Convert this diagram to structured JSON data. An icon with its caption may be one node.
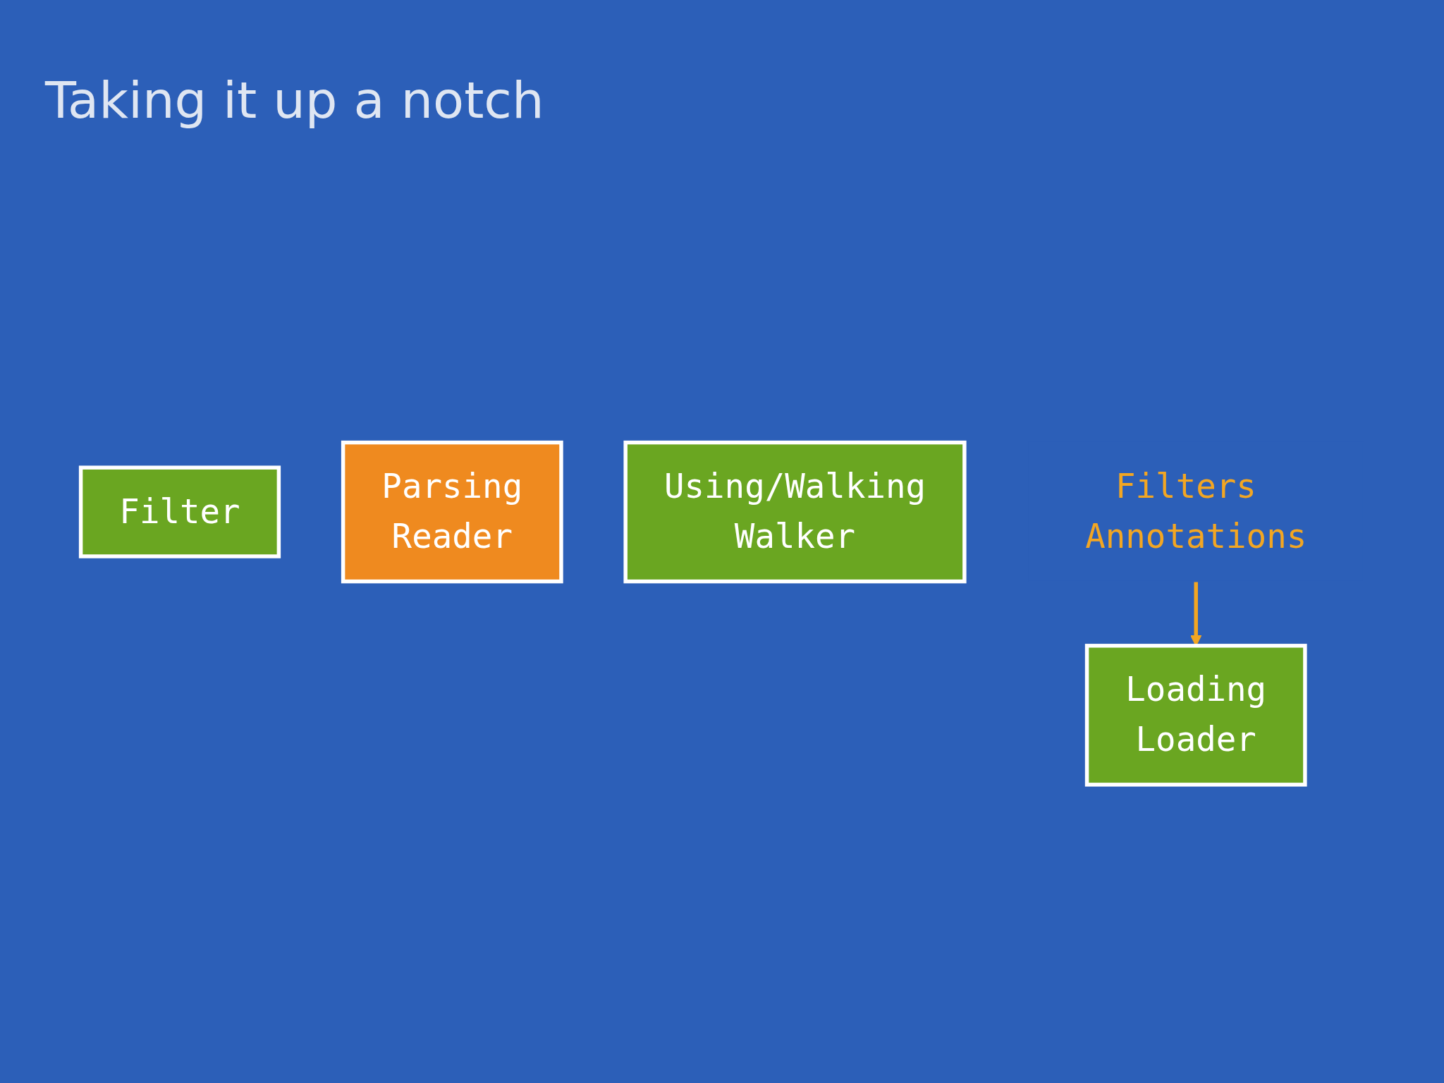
{
  "diagram": {
    "title": "Taking it up a notch",
    "nodes": [
      {
        "text": [
          "Filter"
        ]
      },
      {
        "text": [
          "Parsing",
          "Reader"
        ]
      },
      {
        "text": [
          "Using/Walking",
          "Walker"
        ]
      },
      {
        "text": [
          "Loading",
          "Loader"
        ]
      },
      {
        "text": [
          "Filters Annotations"
        ]
      }
    ],
    "edges": [
      {
        "from": 4,
        "to": 3,
        "arrow": "to",
        "color": "#f2a623"
      }
    ]
  }
}
